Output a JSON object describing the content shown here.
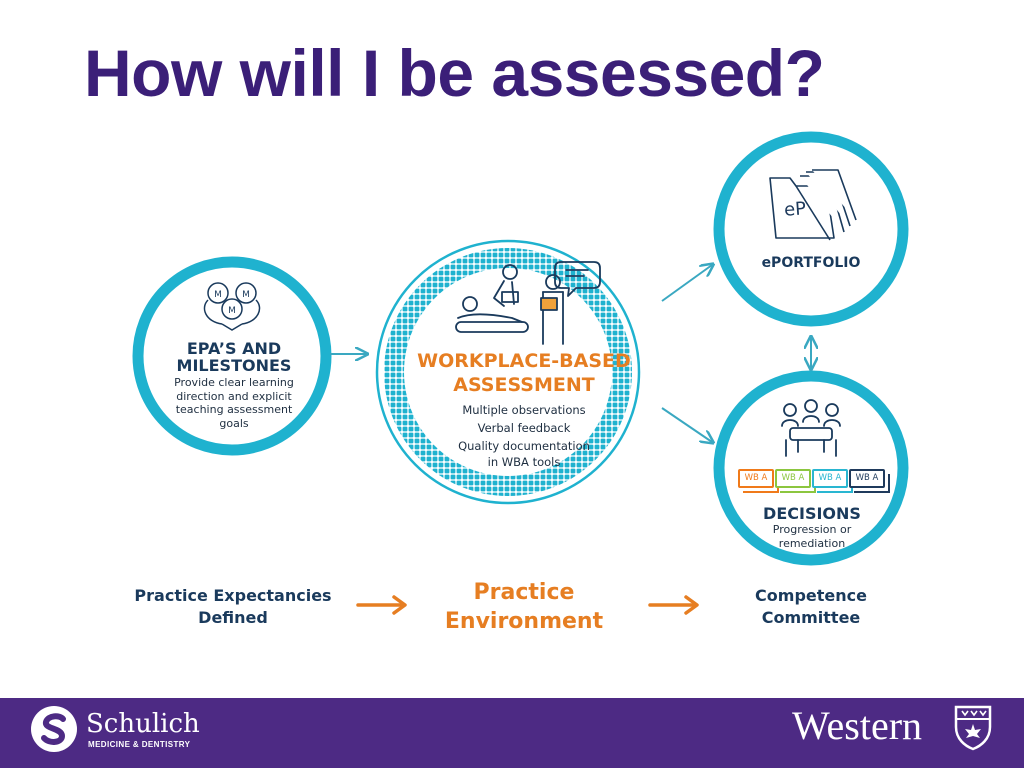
{
  "slide": {
    "title": "How will I be assessed?"
  },
  "colors": {
    "title": "#3b1f78",
    "ring": "#1fb2cf",
    "arrow_teal": "#3aa8c1",
    "accent_orange": "#e67e22",
    "heading_navy": "#1a3a5c",
    "footer": "#4d2a84"
  },
  "epa": {
    "icon_letters": [
      "M",
      "M",
      "M"
    ],
    "heading_lines": [
      "EPA’S AND",
      "MILESTONES"
    ],
    "body_lines": [
      "Provide clear learning",
      "direction and explicit",
      "teaching assessment",
      "goals"
    ]
  },
  "wba": {
    "icon": "clinician-patient-teacher-icon",
    "heading_lines": [
      "WORKPLACE-BASED",
      "ASSESSMENT"
    ],
    "body_lines": [
      "Multiple observations",
      "Verbal feedback",
      "Quality documentation",
      "in WBA tools"
    ]
  },
  "eportfolio": {
    "icon": "folder-files-icon",
    "icon_label": "eP",
    "heading": "ePORTFOLIO"
  },
  "decisions": {
    "icon": "committee-meeting-icon",
    "cards": [
      {
        "label": "WB A",
        "color": "#f07a1a"
      },
      {
        "label": "WB A",
        "color": "#8cc63f"
      },
      {
        "label": "WB A",
        "color": "#29b6d1"
      },
      {
        "label": "WB A",
        "color": "#1f3a5c"
      }
    ],
    "heading": "DECISIONS",
    "body_lines": [
      "Progression or",
      "remediation"
    ]
  },
  "bottom": {
    "practice_expectancies": [
      "Practice Expectancies",
      "Defined"
    ],
    "practice_environment": [
      "Practice",
      "Environment"
    ],
    "competence_committee": [
      "Competence",
      "Committee"
    ]
  },
  "footer": {
    "schulich_name": "Schulich",
    "schulich_subtitle": "MEDICINE & DENTISTRY",
    "western_name": "Western"
  }
}
